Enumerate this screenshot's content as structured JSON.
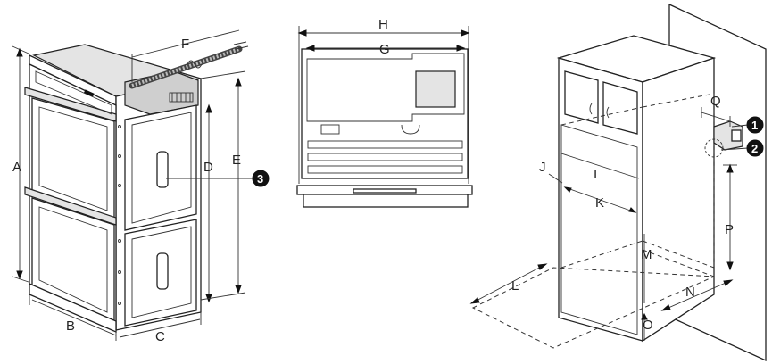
{
  "figure_left": {
    "dimension_labels": [
      "A",
      "B",
      "C",
      "D",
      "E",
      "F"
    ],
    "callout": "3"
  },
  "figure_middle": {
    "dimension_labels": [
      "H",
      "G"
    ]
  },
  "figure_right": {
    "dimension_labels": [
      "Q",
      "I",
      "J",
      "K",
      "P",
      "M",
      "L",
      "N",
      "O"
    ],
    "callouts": [
      "1",
      "2"
    ]
  }
}
